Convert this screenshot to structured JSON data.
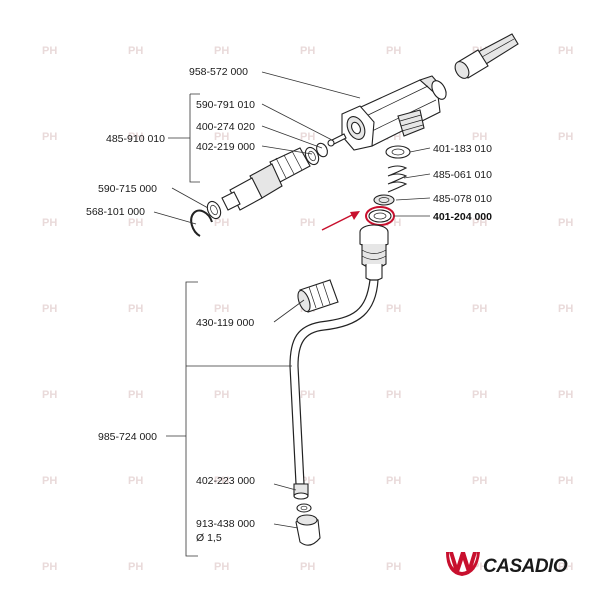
{
  "watermark": "PH",
  "brand": {
    "name": "CASADIO",
    "logo_color": "#c8102e"
  },
  "highlight_color": "#c8102e",
  "labels": {
    "p958572": "958-572 000",
    "p590791": "590-791 010",
    "p485910": "485-910 010",
    "p400274": "400-274 020",
    "p402219": "402-219 000",
    "p590715": "590-715 000",
    "p568101": "568-101 000",
    "p401183": "401-183 010",
    "p485061": "485-061 010",
    "p485078": "485-078 010",
    "p401204": "401-204 000",
    "p430119": "430-119 000",
    "p985724": "985-724 000",
    "p402223": "402-223 000",
    "p913438": "913-438 000",
    "p913438_dia": "Ø 1,5"
  }
}
